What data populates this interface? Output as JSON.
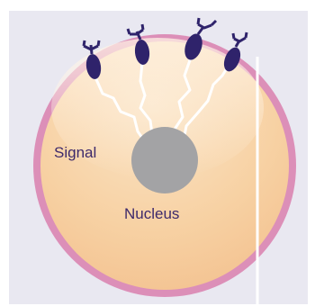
{
  "labels": {
    "signal": "Signal",
    "nucleus": "Nucleus"
  },
  "colors": {
    "background_panel": "#e9e8f1",
    "membrane": "#dc8fb8",
    "cytoplasm": "#f7d1a3",
    "nucleus": "#a3a3a5",
    "receptor": "#2f236b",
    "signal_pathway": "#ffffff",
    "label_text": "#3e2a6b"
  },
  "receptor_count": 4
}
